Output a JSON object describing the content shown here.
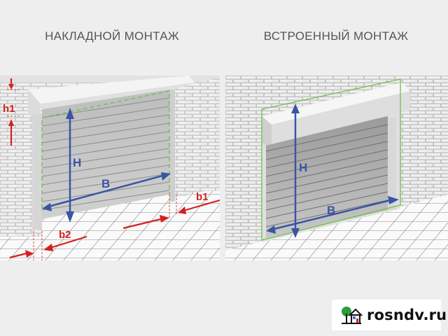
{
  "titles": {
    "left": "НАКЛАДНОЙ МОНТАЖ",
    "right": "ВСТРОЕННЫЙ МОНТАЖ"
  },
  "left_panel": {
    "labels": {
      "height": "H",
      "width": "B",
      "lintel": "h1",
      "side_right": "b1",
      "side_left": "b2"
    }
  },
  "right_panel": {
    "labels": {
      "height": "H",
      "width": "B"
    }
  },
  "colors": {
    "dimension_blue": "#3a55a4",
    "clearance_red": "#d42020",
    "outline_green": "#6cc04a",
    "background": "#eeeeee"
  },
  "logo": {
    "text": "rosndv.ru",
    "icon": "house-tree-icon"
  }
}
